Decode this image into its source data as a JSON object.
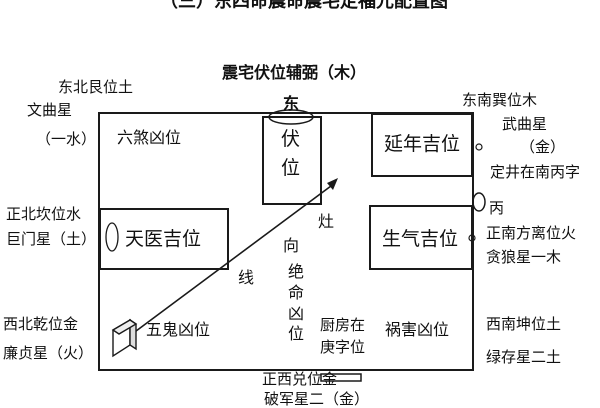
{
  "header": {
    "top_title": "（三）东四命震命震宅定福元配置图",
    "sub_title": "震宅伏位辅弼（木）"
  },
  "compass": {
    "east": "东",
    "northeast_l1": "东北艮位土",
    "northeast_l2": "文曲星",
    "northeast_l3": "（一水）",
    "southeast_l1": "东南巽位木",
    "southeast_l2": "武曲星",
    "southeast_l3": "（金）",
    "note": "定井在南丙字",
    "bing": "丙",
    "north_l1": "正北坎位水",
    "north_l2": "巨门星（土）",
    "south_l1": "正南方离位火",
    "south_l2": "贪狼星一木",
    "northwest_l1": "西北乾位金",
    "northwest_l2": "廉贞星（火）",
    "southwest_l1": "西南坤位土",
    "southwest_l2": "绿存星二土",
    "west_l1": "正西兑位金",
    "west_l2": "破军星二（金）"
  },
  "rooms": {
    "liusha": "六煞凶位",
    "fuwei": "伏位",
    "yannian": "延年吉位",
    "tianyi": "天医吉位",
    "shengqi": "生气吉位",
    "wugui": "五鬼凶位",
    "huohai": "祸害凶位",
    "jueming": "绝命凶位"
  },
  "labels": {
    "zao": "灶",
    "xiang": "向",
    "xian": "线",
    "kitchen_l1": "厨房在",
    "kitchen_l2": "庚字位"
  }
}
